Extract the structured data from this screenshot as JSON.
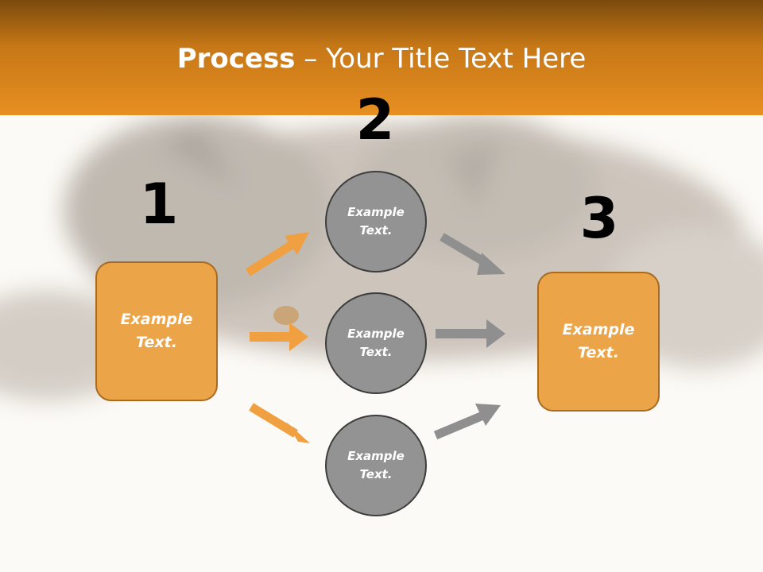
{
  "title": {
    "bold": "Process",
    "rest": " – Your Title Text Here"
  },
  "steps": {
    "n1": "1",
    "n2": "2",
    "n3": "3"
  },
  "box_left": {
    "line1": "Example",
    "line2": "Text."
  },
  "box_right": {
    "line1": "Example",
    "line2": "Text."
  },
  "circles": [
    {
      "line1": "Example",
      "line2": "Text."
    },
    {
      "line1": "Example",
      "line2": "Text."
    },
    {
      "line1": "Example",
      "line2": "Text."
    }
  ],
  "colors": {
    "header": "#e78f22",
    "orange_box": "#eba448",
    "circle": "#939393",
    "arrow_orange": "#f0a040",
    "arrow_gray": "#8f8f8f"
  }
}
